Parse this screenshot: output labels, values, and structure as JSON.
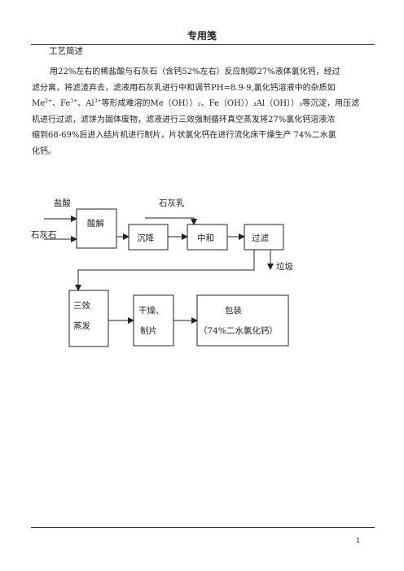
{
  "header": {
    "title": "专用笺"
  },
  "section": {
    "title": "工艺简述"
  },
  "paragraph": {
    "line1": "用22%左右的稀盐酸与石灰石（含钙52%左右）反应制取27%液体氯化钙，经过",
    "line2": "滤分离，将滤渣弃去，滤液用石灰乳进行中和调节PH=8.9-9,氯化钙溶液中的杂质如",
    "line3_a": "Me",
    "line3_sup1": "2+",
    "line3_b": "、Fe",
    "line3_sup2": "3+",
    "line3_c": "、Al",
    "line3_sup3": "3+",
    "line3_d": "等形成难溶的Me（OH））₂、Fe（OH））₃Al（OH））₃等沉淀，用压滤",
    "line4": "机进行过滤，滤饼为固体废物，滤液进行三效强制循环真空蒸发将27%氯化钙溶液浓",
    "line5": "缩到68-69%后进入结片机进行制片，片状氯化钙在进行流化床干燥生产 74%二水氯",
    "line6": "化钙。"
  },
  "flow": {
    "input_hcl": "盐酸",
    "input_limestone": "石灰石",
    "input_lime_milk": "石灰乳",
    "acid_dissolution": "酸解",
    "settling": "沉降",
    "neutralization": "中和",
    "filtration": "过滤",
    "waste": "垃圾",
    "triple_effect_1": "三效",
    "triple_effect_2": "蒸发",
    "dry_1": "干燥、",
    "dry_2": "制片",
    "pack_1": "包装",
    "pack_2": "（74%二水氯化钙）"
  },
  "footer": {
    "page_number": "1"
  }
}
